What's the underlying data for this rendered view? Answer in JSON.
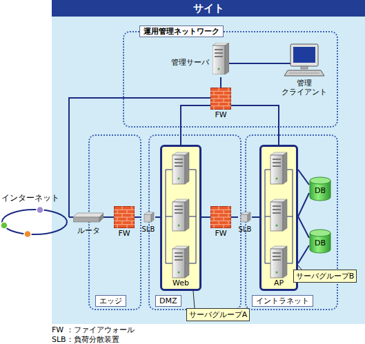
{
  "diagram": {
    "nodes": [
      {
        "text": [
          "サイト"
        ]
      },
      {
        "text": [
          "運用管理ネットワーク"
        ],
        "in": 0
      },
      {
        "text": [
          "管理サーバ"
        ],
        "in": 1
      },
      {
        "text": [
          "管理 クライアント"
        ],
        "in": 1
      },
      {
        "text": [
          "FW"
        ],
        "in": 1
      },
      {
        "text": [
          "インターネット"
        ]
      },
      {
        "text": [
          "エッジ"
        ],
        "in": 0
      },
      {
        "text": [
          "ルータ"
        ],
        "in": 0
      },
      {
        "text": [
          "FW"
        ],
        "in": 6
      },
      {
        "text": [
          "DMZ"
        ],
        "in": 0
      },
      {
        "text": [
          "SLB"
        ],
        "in": 9
      },
      {
        "text": [
          "Web"
        ],
        "in": 9
      },
      {
        "text": [
          "サーバグループA"
        ],
        "in": 0
      },
      {
        "text": [
          "FW"
        ],
        "in": 9
      },
      {
        "text": [
          "イントラネット"
        ],
        "in": 0
      },
      {
        "text": [
          "SLB"
        ],
        "in": 14
      },
      {
        "text": [
          "AP"
        ],
        "in": 14
      },
      {
        "text": [
          "DB"
        ],
        "in": 14
      },
      {
        "text": [
          "DB"
        ],
        "in": 14
      },
      {
        "text": [
          "サーバグループB"
        ],
        "in": 0
      }
    ],
    "edges": [
      {
        "from": 5,
        "to": 7,
        "arrow": "none"
      },
      {
        "from": 7,
        "to": 8,
        "arrow": "none"
      },
      {
        "from": 8,
        "to": 10,
        "arrow": "none"
      },
      {
        "from": 10,
        "to": 11,
        "arrow": "none"
      },
      {
        "from": 11,
        "to": 13,
        "arrow": "none"
      },
      {
        "from": 13,
        "to": 15,
        "arrow": "none"
      },
      {
        "from": 15,
        "to": 16,
        "arrow": "none"
      },
      {
        "from": 16,
        "to": 17,
        "arrow": "none"
      },
      {
        "from": 16,
        "to": 18,
        "arrow": "none"
      },
      {
        "from": 4,
        "to": 2,
        "arrow": "none"
      },
      {
        "from": 2,
        "to": 3,
        "arrow": "none"
      },
      {
        "from": 4,
        "to": 5,
        "arrow": "none"
      },
      {
        "from": 4,
        "to": 11,
        "arrow": "none"
      },
      {
        "from": 4,
        "to": 16,
        "arrow": "none"
      },
      {
        "from": 12,
        "to": 11,
        "arrow": "none"
      },
      {
        "from": 19,
        "to": 16,
        "arrow": "none"
      }
    ],
    "labels": [
      "FW ：ファイアウォール",
      "SLB：負荷分散装置"
    ]
  }
}
